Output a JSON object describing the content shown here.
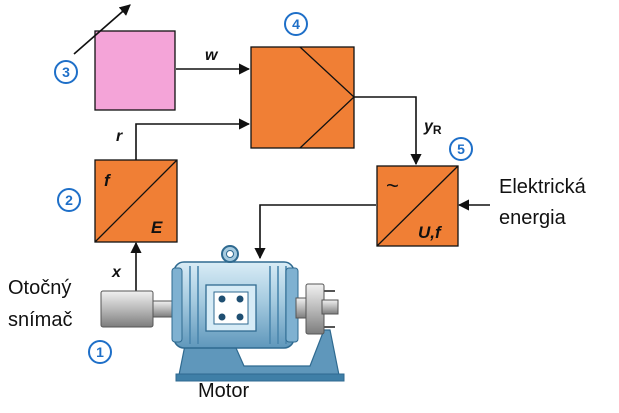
{
  "diagram": {
    "markers": [
      "1",
      "2",
      "3",
      "4",
      "5"
    ],
    "signals": {
      "w": "w",
      "r": "r",
      "x": "x",
      "y_main": "y",
      "y_sub": "R"
    },
    "sensor_block": {
      "top_label": "f",
      "bottom_label": "E"
    },
    "converter_block": {
      "symbol": "~",
      "bottom_label": "U,f"
    },
    "energy_label": [
      "Elektrická",
      "energia"
    ],
    "sensor_label": [
      "Otočný",
      "snímač"
    ],
    "motor_label": "Motor"
  },
  "colors": {
    "block_orange": "#f07f35",
    "setpoint_pink": "#f4a4d8",
    "marker_blue": "#1e6fc8",
    "motor_blue": "#a6cbe0",
    "motor_dark": "#3f7fa7"
  }
}
